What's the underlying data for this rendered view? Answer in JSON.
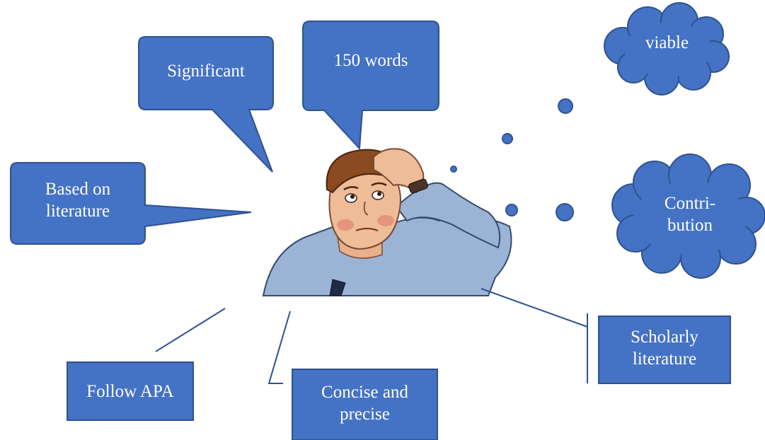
{
  "callouts": {
    "significant": "Significant",
    "words": "150 words",
    "based_on_literature": "Based on\nliterature",
    "follow_apa": "Follow APA",
    "concise_precise": "Concise and\nprecise",
    "scholarly_literature": "Scholarly\nliterature"
  },
  "thoughts": {
    "viable": "viable",
    "contribution": "Contri-\nbution"
  },
  "colors": {
    "fill": "#4472c4",
    "stroke": "#2f528f",
    "text": "#ffffff",
    "line": "#2f528f"
  },
  "figure": {
    "icon": "confused-man-scratching-head-illustration"
  }
}
